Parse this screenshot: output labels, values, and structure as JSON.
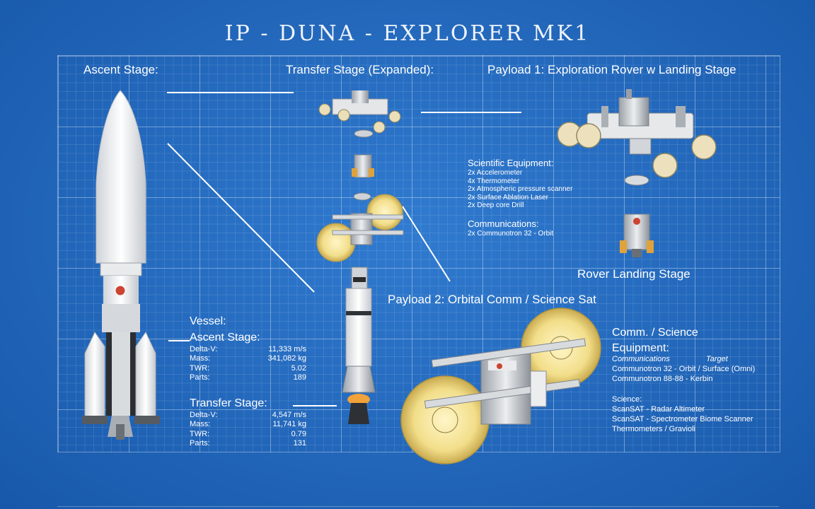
{
  "title": "IP - DUNA - EXPLORER MK1",
  "headings": {
    "ascent": "Ascent Stage:",
    "transfer": "Transfer Stage (Expanded):",
    "payload1": "Payload 1:  Exploration Rover w Landing Stage",
    "payload2": "Payload 2: Orbital Comm / Science Sat",
    "rover_landing": "Rover Landing Stage"
  },
  "scientific": {
    "heading": "Scientific Equipment:",
    "items": [
      "2x Accelerometer",
      "4x Thermometer",
      "2x Atmospheric pressure scanner",
      "2x Surface Ablation Laser",
      "2x Deep core Drill"
    ]
  },
  "communications": {
    "heading": "Communications:",
    "items": [
      "2x Communotron 32 - Orbit"
    ]
  },
  "vessel": {
    "heading": "Vessel:",
    "ascent": {
      "heading": "Ascent Stage:",
      "rows": [
        {
          "label": "Delta-V:",
          "value": "11,333  m/s"
        },
        {
          "label": "Mass:",
          "value": "341,082 kg"
        },
        {
          "label": "TWR:",
          "value": "5.02"
        },
        {
          "label": "Parts:",
          "value": "189"
        }
      ]
    },
    "transfer": {
      "heading": "Transfer Stage:",
      "rows": [
        {
          "label": "Delta-V:",
          "value": "4,547 m/s"
        },
        {
          "label": "Mass:",
          "value": "11,741 kg"
        },
        {
          "label": "TWR:",
          "value": "0.79"
        },
        {
          "label": "Parts:",
          "value": "131"
        }
      ]
    }
  },
  "comm_science": {
    "heading_line1": "Comm. / Science",
    "heading_line2": "Equipment:",
    "col_communications": "Communications",
    "col_target": "Target",
    "comm_items": [
      "Communotron 32 - Orbit / Surface (Omni)",
      "Communotron 88-88  - Kerbin"
    ],
    "science_label": "Science:",
    "science_items": [
      "ScanSAT - Radar Altimeter",
      "ScanSAT - Spectrometer Biome Scanner",
      "Thermometers / Gravioli"
    ]
  }
}
